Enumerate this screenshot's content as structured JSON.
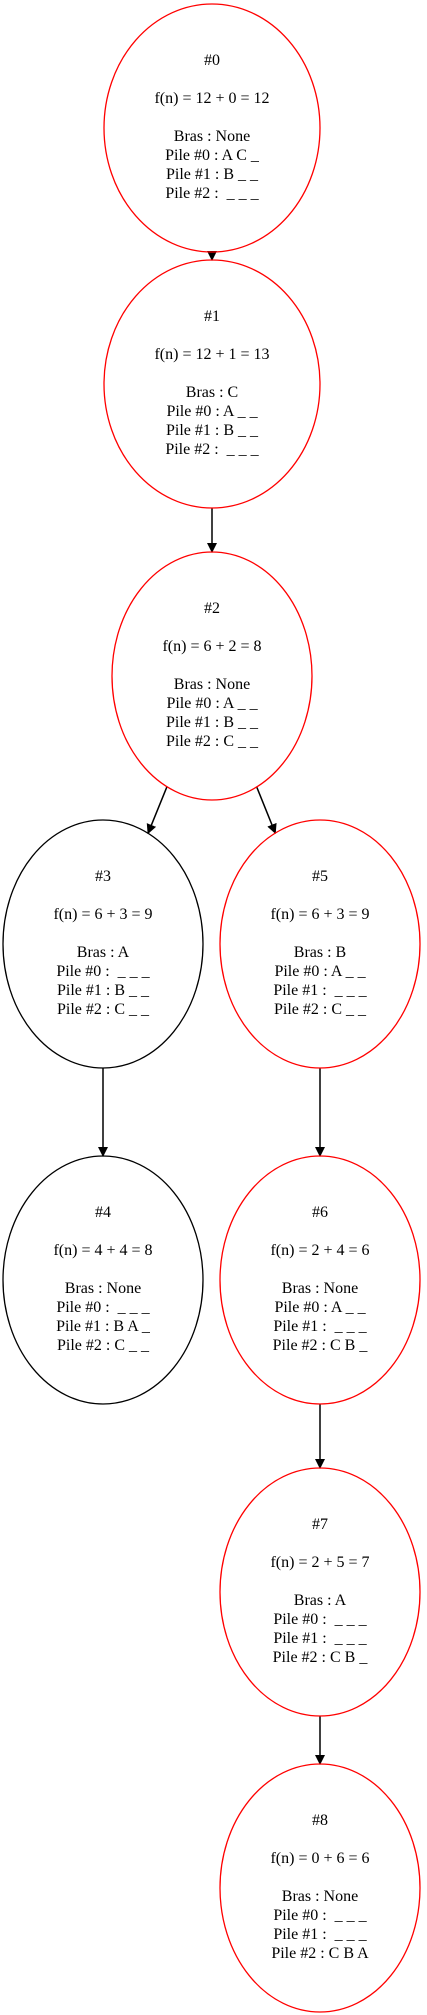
{
  "colors": {
    "path": "#ff0000",
    "other": "#000000"
  },
  "nodes": [
    {
      "id": "n0",
      "on_path": true,
      "lines": [
        "#0",
        "",
        "f(n) = 12 + 0 = 12",
        "",
        "Bras : None",
        "Pile #0 : A C _",
        "Pile #1 : B _ _",
        "Pile #2 :  _ _ _"
      ]
    },
    {
      "id": "n1",
      "on_path": true,
      "lines": [
        "#1",
        "",
        "f(n) = 12 + 1 = 13",
        "",
        "Bras : C",
        "Pile #0 : A _ _",
        "Pile #1 : B _ _",
        "Pile #2 :  _ _ _"
      ]
    },
    {
      "id": "n2",
      "on_path": true,
      "lines": [
        "#2",
        "",
        "f(n) = 6 + 2 = 8",
        "",
        "Bras : None",
        "Pile #0 : A _ _",
        "Pile #1 : B _ _",
        "Pile #2 : C _ _"
      ]
    },
    {
      "id": "n3",
      "on_path": false,
      "lines": [
        "#3",
        "",
        "f(n) = 6 + 3 = 9",
        "",
        "Bras : A",
        "Pile #0 :  _ _ _",
        "Pile #1 : B _ _",
        "Pile #2 : C _ _"
      ]
    },
    {
      "id": "n5",
      "on_path": true,
      "lines": [
        "#5",
        "",
        "f(n) = 6 + 3 = 9",
        "",
        "Bras : B",
        "Pile #0 : A _ _",
        "Pile #1 :  _ _ _",
        "Pile #2 : C _ _"
      ]
    },
    {
      "id": "n4",
      "on_path": false,
      "lines": [
        "#4",
        "",
        "f(n) = 4 + 4 = 8",
        "",
        "Bras : None",
        "Pile #0 :  _ _ _",
        "Pile #1 : B A _",
        "Pile #2 : C _ _"
      ]
    },
    {
      "id": "n6",
      "on_path": true,
      "lines": [
        "#6",
        "",
        "f(n) = 2 + 4 = 6",
        "",
        "Bras : None",
        "Pile #0 : A _ _",
        "Pile #1 :  _ _ _",
        "Pile #2 : C B _"
      ]
    },
    {
      "id": "n7",
      "on_path": true,
      "lines": [
        "#7",
        "",
        "f(n) = 2 + 5 = 7",
        "",
        "Bras : A",
        "Pile #0 :  _ _ _",
        "Pile #1 :  _ _ _",
        "Pile #2 : C B _"
      ]
    },
    {
      "id": "n8",
      "on_path": true,
      "lines": [
        "#8",
        "",
        "f(n) = 0 + 6 = 6",
        "",
        "Bras : None",
        "Pile #0 :  _ _ _",
        "Pile #1 :  _ _ _",
        "Pile #2 : C B A"
      ]
    }
  ],
  "edges": [
    {
      "from": "n0",
      "to": "n1"
    },
    {
      "from": "n1",
      "to": "n2"
    },
    {
      "from": "n2",
      "to": "n3"
    },
    {
      "from": "n2",
      "to": "n5"
    },
    {
      "from": "n3",
      "to": "n4"
    },
    {
      "from": "n5",
      "to": "n6"
    },
    {
      "from": "n6",
      "to": "n7"
    },
    {
      "from": "n7",
      "to": "n8"
    }
  ]
}
